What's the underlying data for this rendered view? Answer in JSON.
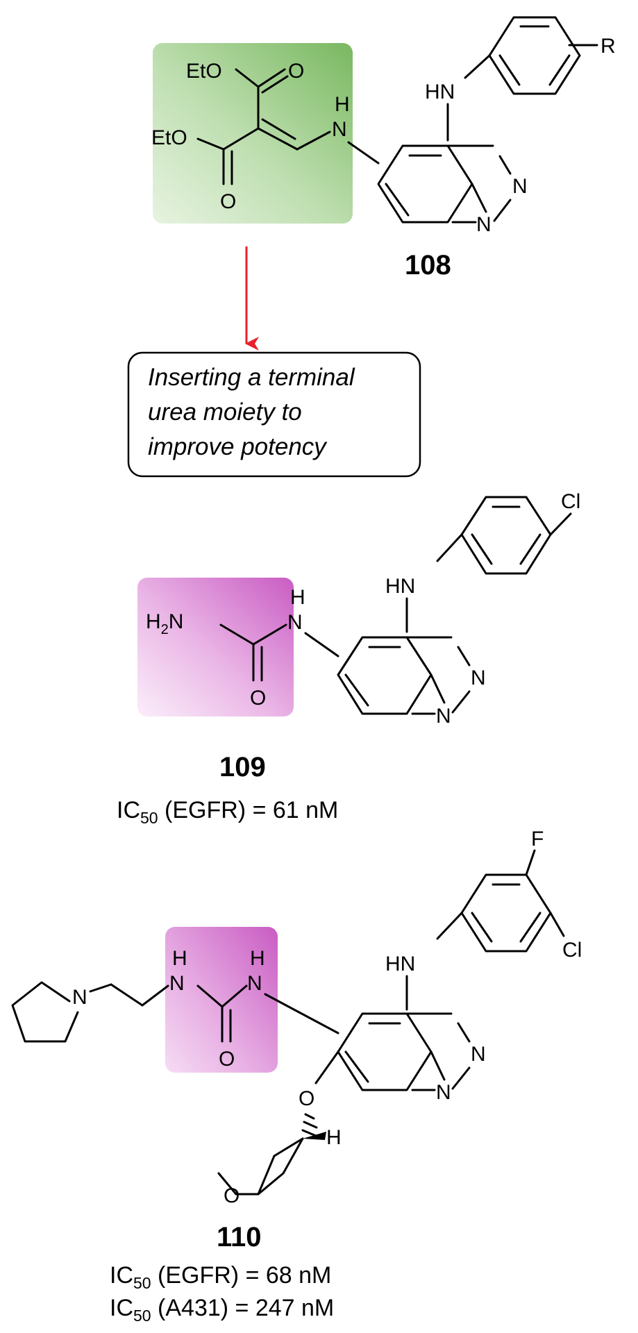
{
  "structure_108": {
    "label": "108",
    "substituent": "R",
    "aniline_nh": "HN",
    "linker_nh": "H\nN",
    "ester_top": "EtO",
    "ester_bottom": "EtO",
    "carbonyl_o": "O",
    "ring_n": "N",
    "highlight_color": "#8cc47a"
  },
  "transformation": {
    "line1": "Inserting a terminal",
    "line2": "urea moiety to",
    "line3": "improve potency",
    "arrow_color": "#e8212a"
  },
  "structure_109": {
    "label": "109",
    "substituent": "Cl",
    "aniline_nh": "HN",
    "amine": "H",
    "amine_sub": "2",
    "amine_tail": "N",
    "urea_nh": "H\nN",
    "carbonyl_o": "O",
    "ring_n": "N",
    "activity_prefix": "IC",
    "activity_sub": "50",
    "activity_text": " (EGFR) = 61 nM",
    "highlight_color": "#d97ad3"
  },
  "structure_110": {
    "label": "110",
    "substituent_f": "F",
    "substituent_cl": "Cl",
    "aniline_nh": "HN",
    "urea_nh": "H\nN",
    "pyrrolidine_n": "N",
    "carbonyl_o": "O",
    "ether_o": "O",
    "thf_o": "O",
    "stereo_h": "H",
    "ring_n": "N",
    "activity": [
      {
        "prefix": "IC",
        "sub": "50",
        "text": " (EGFR) = 68 nM"
      },
      {
        "prefix": "IC",
        "sub": "50",
        "text": " (A431) = 247 nM"
      }
    ],
    "highlight_color": "#d97ad3"
  }
}
